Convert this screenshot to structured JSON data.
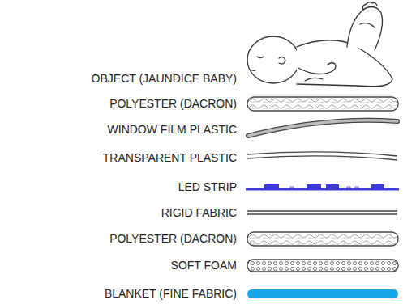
{
  "diagram": {
    "labels": [
      "OBJECT (JAUNDICE BABY)",
      "POLYESTER (DACRON)",
      "WINDOW FILM PLASTIC",
      "TRANSPARENT PLASTIC",
      "LED STRIP",
      "RIGID FABRIC",
      "POLYESTER (DACRON)",
      "SOFT FOAM",
      "BLANKET (FINE FABRIC)"
    ]
  }
}
